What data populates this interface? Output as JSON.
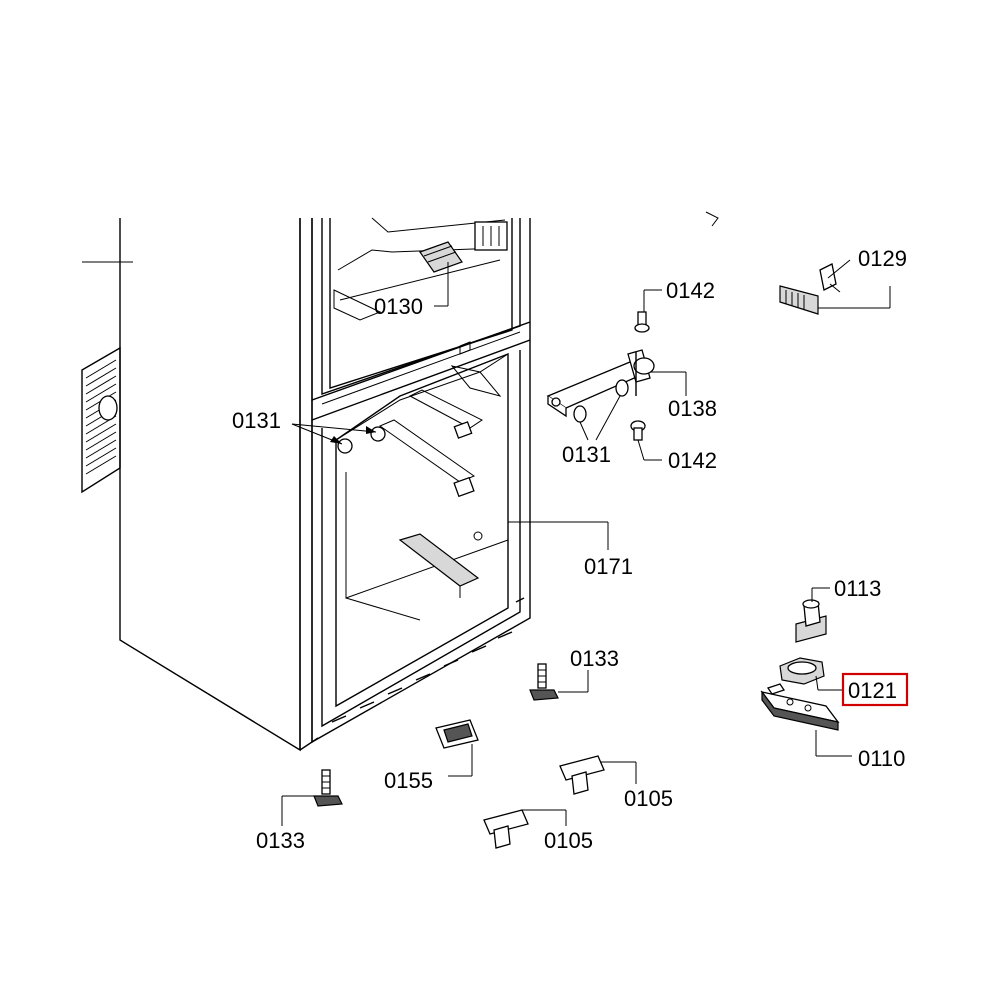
{
  "diagram": {
    "highlight_color": "#d00000",
    "highlighted_callout": "0121",
    "callouts": {
      "c0129": "0129",
      "c0142a": "0142",
      "c0130": "0130",
      "c0138": "0138",
      "c0131a": "0131",
      "c0131b": "0131",
      "c0142b": "0142",
      "c0171": "0171",
      "c0113": "0113",
      "c0121": "0121",
      "c0133a": "0133",
      "c0110": "0110",
      "c0155": "0155",
      "c0105a": "0105",
      "c0105b": "0105",
      "c0133b": "0133"
    }
  }
}
